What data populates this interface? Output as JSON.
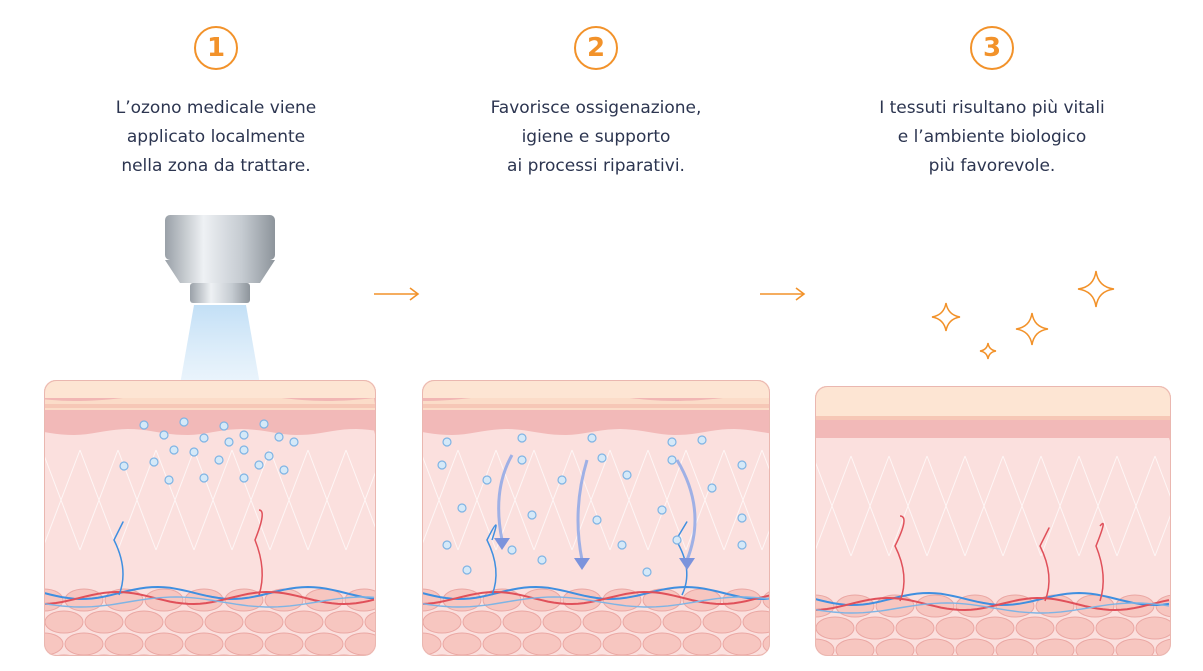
{
  "steps": [
    {
      "number": "1",
      "lines": [
        "L’ozono medicale viene",
        "applicato localmente",
        "nella zona da trattare."
      ]
    },
    {
      "number": "2",
      "lines": [
        "Favorisce ossigenazione,",
        "igiene e supporto",
        "ai processi riparativi."
      ]
    },
    {
      "number": "3",
      "lines": [
        "I tessuti risultano più vitali",
        "e l’ambiente biologico",
        "più favorevole."
      ]
    }
  ],
  "colors": {
    "accent": "#f2922a",
    "text": "#2c3550",
    "skin": "#f9d4d2",
    "bubble": "#7fb4e4",
    "vein": "#3f8fe0",
    "artery": "#e0505a"
  },
  "icons": [
    "ozone-applicator-icon",
    "flow-arrow-icon",
    "sparkle-icon"
  ]
}
